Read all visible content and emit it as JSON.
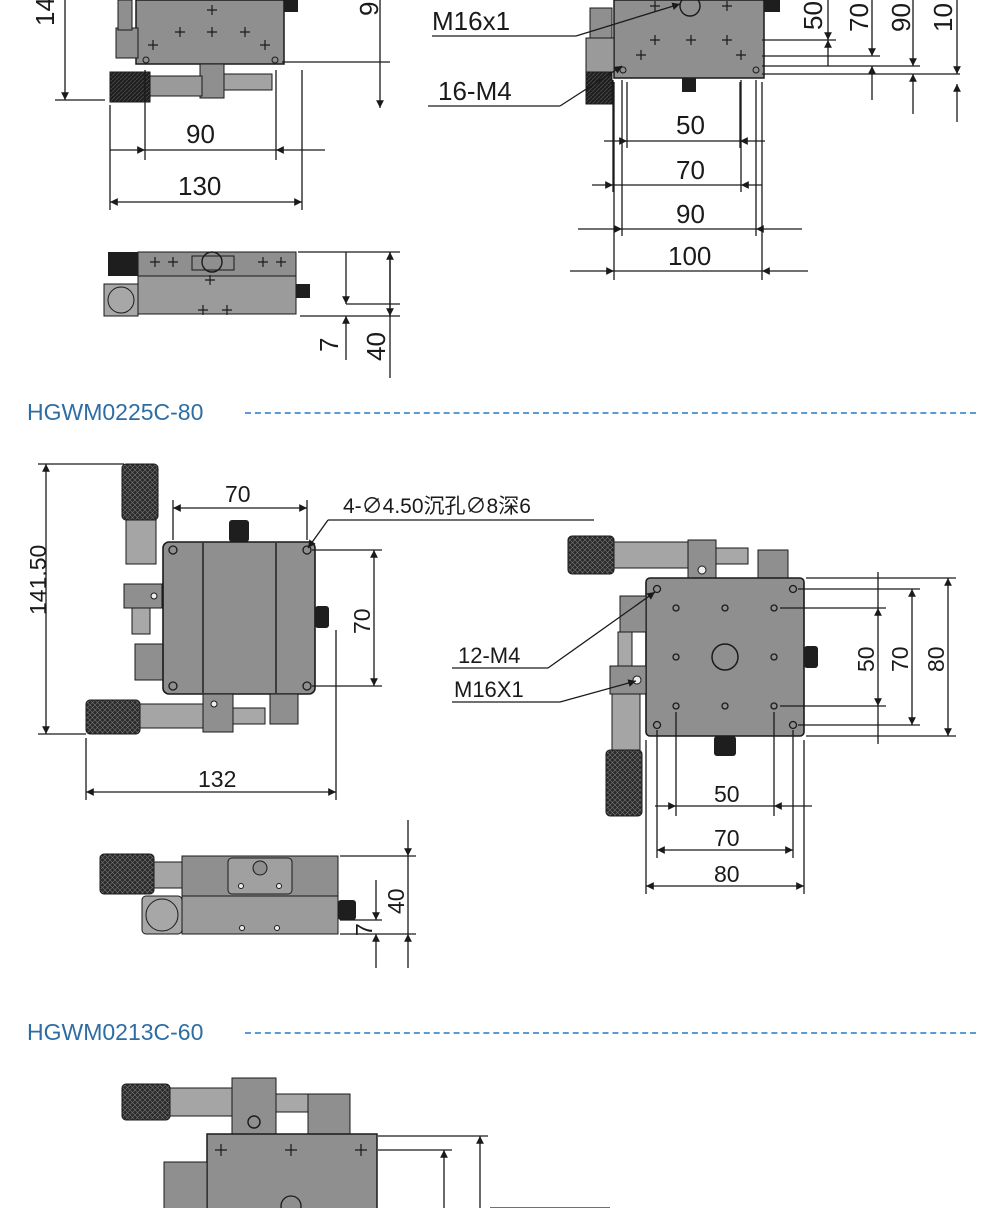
{
  "sections": [
    {
      "id": "top",
      "title": "",
      "labels": {
        "left_height": "14",
        "right_top_partial": "9",
        "thread": "M16x1",
        "holes": "16-M4",
        "dim_90": "90",
        "dim_130": "130",
        "dim_7": "7",
        "dim_40": "40",
        "v_50": "50",
        "v_70": "70",
        "v_90": "90",
        "v_100": "10",
        "h_50": "50",
        "h_70": "70",
        "h_90": "90",
        "h_100": "100"
      }
    },
    {
      "id": "mid",
      "title": "HGWM0225C-80",
      "labels": {
        "height": "141.50",
        "top_70": "70",
        "counterbore": "4-∅4.50沉孔∅8深6",
        "side_70": "70",
        "bottom_132": "132",
        "holes": "12-M4",
        "thread": "M16X1",
        "v_50": "50",
        "v_70": "70",
        "v_80": "80",
        "h_50": "50",
        "h_70": "70",
        "h_80": "80",
        "side_40": "40",
        "side_7": "7"
      }
    },
    {
      "id": "bottom",
      "title": "HGWM0213C-60",
      "labels": {}
    }
  ],
  "colors": {
    "heading": "#2e6da4",
    "dashed_rule": "#5b9bd5",
    "metal": "#8f8f8f",
    "metal_dark": "#6e6e6e",
    "knob": "#1e1e1e",
    "line": "#1a1a1a"
  }
}
